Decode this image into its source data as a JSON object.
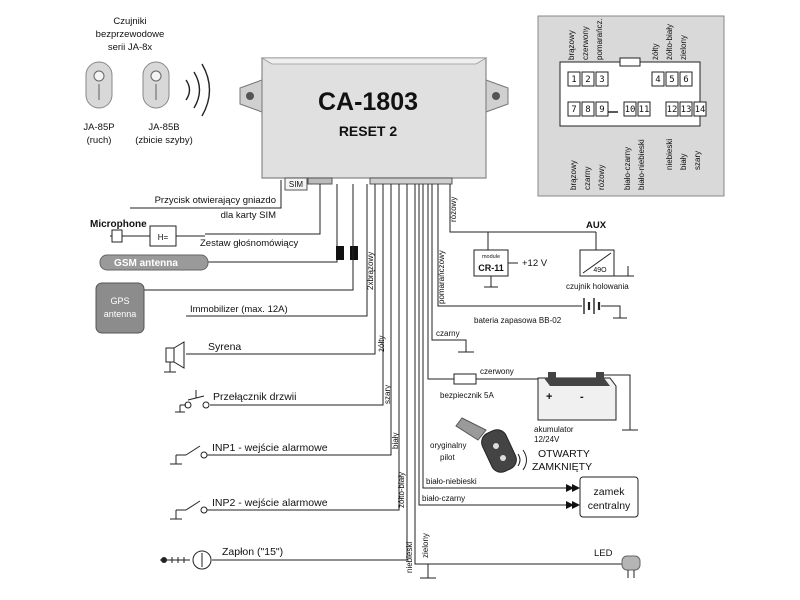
{
  "sensors": {
    "title_lines": [
      "Czujniki",
      "bezprzewodowe",
      "serii JA-8x"
    ],
    "ja85p_name": "JA-85P",
    "ja85p_desc": "(ruch)",
    "ja85b_name": "JA-85B",
    "ja85b_desc": "(zbicie szyby)"
  },
  "unit": {
    "model": "CA-1803",
    "subtitle": "RESET 2",
    "sim_label": "SIM"
  },
  "connector": {
    "top_labels": [
      "brązowy",
      "czerwony",
      "pomarańcz."
    ],
    "top_labels_right": [
      "żółty",
      "żółto-biały",
      "zielony"
    ],
    "pins_top": [
      "1",
      "2",
      "3",
      "",
      "",
      "4",
      "5",
      "6"
    ],
    "pins_bottom": [
      "7",
      "8",
      "9",
      "",
      "10",
      "11",
      "12",
      "13",
      "14"
    ],
    "bottom_labels_left": [
      "brązowy",
      "czarny",
      "różowy"
    ],
    "bottom_labels_mid": [
      "biało-czarny",
      "biało-niebieski"
    ],
    "bottom_labels_right": [
      "niebieski",
      "biały",
      "szary"
    ]
  },
  "labels": {
    "sim_button": "Przycisk otwierający gniazdo",
    "sim_button2": "dla karty SIM",
    "microphone": "Microphone",
    "handsfree": "Zestaw głośnomówiący",
    "h_box": "H=",
    "gsm_antenna": "GSM antenna",
    "gps_antenna_1": "GPS",
    "gps_antenna_2": "antenna",
    "immobilizer": "Immobilizer (max. 12A)",
    "siren": "Syrena",
    "door_switch": "Przełącznik drzwii",
    "inp1": "INP1 - wejście alarmowe",
    "inp2": "INP2 - wejście alarmowe",
    "ignition": "Zapłon (\"15\")",
    "led": "LED"
  },
  "wires": {
    "rozowy": "różowy",
    "dwa_brazowy": "2xbrązowy",
    "pomaranczowy": "pomarańczowy",
    "czarny": "czarny",
    "czerwony": "czerwony",
    "zolty": "żółty",
    "szary": "szary",
    "bialy": "biały",
    "zolto_bialy": "żółto-biały",
    "niebieski": "niebieski",
    "zielony": "zielony",
    "bialo_niebieski": "biało-niebieski",
    "bialo_czarny": "biało-czarny"
  },
  "aux": {
    "title": "AUX",
    "module_top": "module",
    "module_name": "CR-11",
    "plus12": "+12 V",
    "tilt_code": "49O",
    "tilt_label": "czujnik holowania"
  },
  "power": {
    "backup_battery": "bateria zapasowa BB-02",
    "fuse": "bezpiecznik 5A",
    "battery_plus": "+",
    "battery_minus": "-",
    "accumulator_1": "akumulator",
    "accumulator_2": "12/24V"
  },
  "remote": {
    "label_1": "oryginalny",
    "label_2": "pilot",
    "open": "OTWARTY",
    "closed": "ZAMKNIĘTY"
  },
  "lock": {
    "label_1": "zamek",
    "label_2": "centralny"
  }
}
